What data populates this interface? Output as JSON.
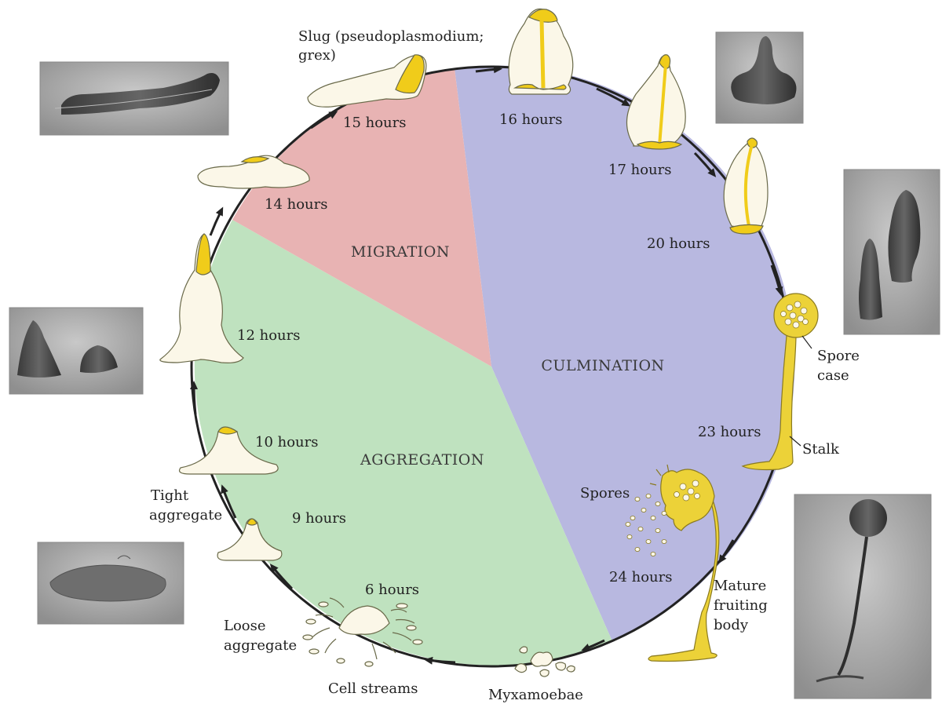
{
  "phases": {
    "migration": "MIGRATION",
    "culmination": "CULMINATION",
    "aggregation": "AGGREGATION"
  },
  "times": {
    "t6": "6 hours",
    "t9": "9 hours",
    "t10": "10 hours",
    "t12": "12 hours",
    "t14": "14 hours",
    "t15": "15 hours",
    "t16": "16 hours",
    "t17": "17 hours",
    "t20": "20 hours",
    "t23": "23 hours",
    "t24": "24 hours"
  },
  "labels": {
    "slug_line1": "Slug (pseudoplasmodium;",
    "slug_line2": "grex)",
    "tight_line1": "Tight",
    "tight_line2": "aggregate",
    "loose_line1": "Loose",
    "loose_line2": "aggregate",
    "cell_streams": "Cell streams",
    "myxamoebae": "Myxamoebae",
    "spores": "Spores",
    "spore_case_line1": "Spore",
    "spore_case_line2": "case",
    "stalk": "Stalk",
    "mature_line1": "Mature",
    "mature_line2": "fruiting",
    "mature_line3": "body"
  },
  "colors": {
    "migration": "#e8b3b3",
    "culmination": "#b8b8e0",
    "aggregation": "#bfe2bf",
    "cell_fill": "#fbf7e8",
    "prestalk_yellow": "#f0cc1a",
    "stalk_yellow": "#ecd238",
    "photo_bg": "#a5a5a5",
    "photo_dark": "#474747"
  }
}
